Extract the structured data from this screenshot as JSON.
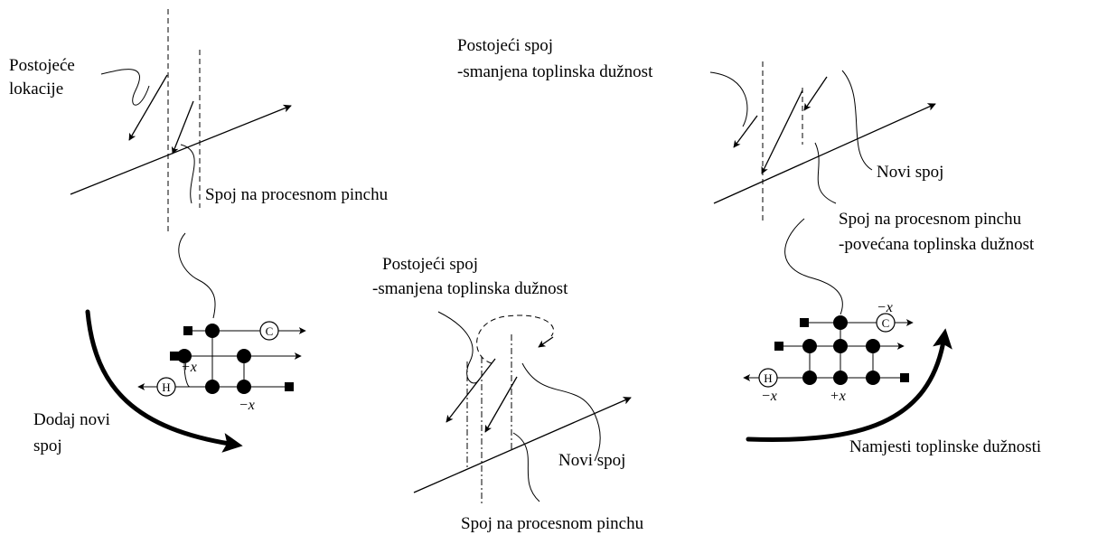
{
  "labels": {
    "existing_locations_1": "Postojeće",
    "existing_locations_2": "lokacije",
    "pinch_match_1": "Spoj na procesnom pinchu",
    "existing_match_top_1": "Postojeći spoj",
    "existing_match_top_2": "-smanjena toplinska dužnost",
    "new_match_top": "Novi spoj",
    "pinch_match_right_1": "Spoj na procesnom pinchu",
    "pinch_match_right_2": "-povećana toplinska dužnost",
    "existing_match_mid_1": "Postojeći spoj",
    "existing_match_mid_2": "-smanjena toplinska dužnost",
    "new_match_mid": "Novi spoj",
    "pinch_match_bottom": "Spoj na procesnom pinchu",
    "add_new_match_1": "Dodaj novi",
    "add_new_match_2": "spoj",
    "adjust_duties": "Namjesti toplinske dužnosti"
  },
  "grid_left": {
    "cold_utility": "C",
    "hot_utility": "H",
    "plus_x": "+x",
    "minus_x": "−x"
  },
  "grid_right": {
    "cold_utility": "C",
    "hot_utility": "H",
    "minus_x_top": "−x",
    "minus_x_bottom": "−x",
    "plus_x": "+x"
  }
}
